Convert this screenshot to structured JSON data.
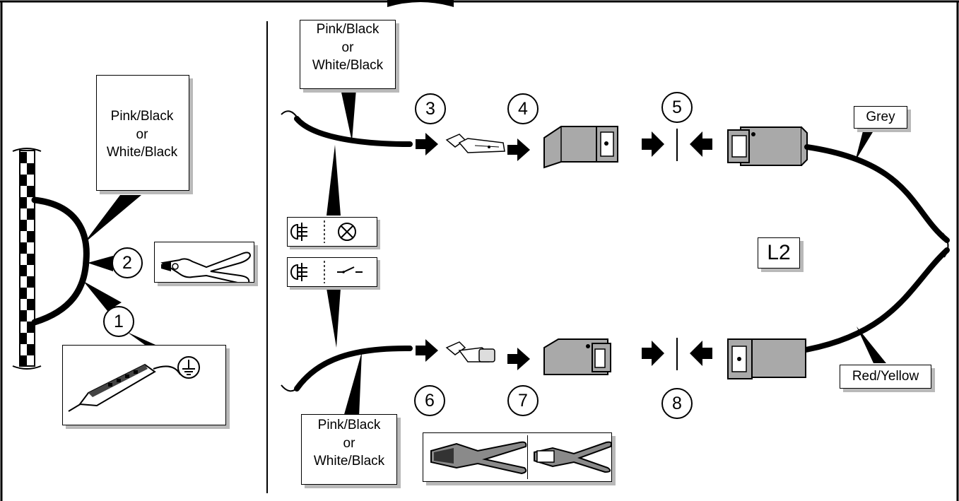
{
  "wire_labels": {
    "top_left": [
      "Pink/Black",
      "or",
      "White/Black"
    ],
    "fog_box": [
      "Pink/Black",
      "or",
      "White/Black"
    ],
    "bottom_left": [
      "Pink/Black",
      "or",
      "White/Black"
    ],
    "grey": "Grey",
    "red_yellow": "Red/Yellow"
  },
  "step_numbers": [
    "1",
    "2",
    "3",
    "4",
    "5",
    "6",
    "7",
    "8"
  ],
  "location_code": "L2",
  "icons": {
    "fog_lamp": "fog-lamp-icon",
    "bulb": "bulb-cross-icon",
    "switch": "switch-icon",
    "ground": "ground-icon",
    "tester": "circuit-tester-icon",
    "cutters": "side-cutter-icon",
    "crimper": "crimping-tool-icon",
    "stripper": "wire-stripper-icon",
    "arrow": "push-arrow-icon",
    "connector": "connector-housing-icon",
    "terminal": "terminal-icon"
  },
  "colors": {
    "line": "#000000",
    "shadow": "#b9b9b9",
    "housing": "#a9a9a9"
  }
}
